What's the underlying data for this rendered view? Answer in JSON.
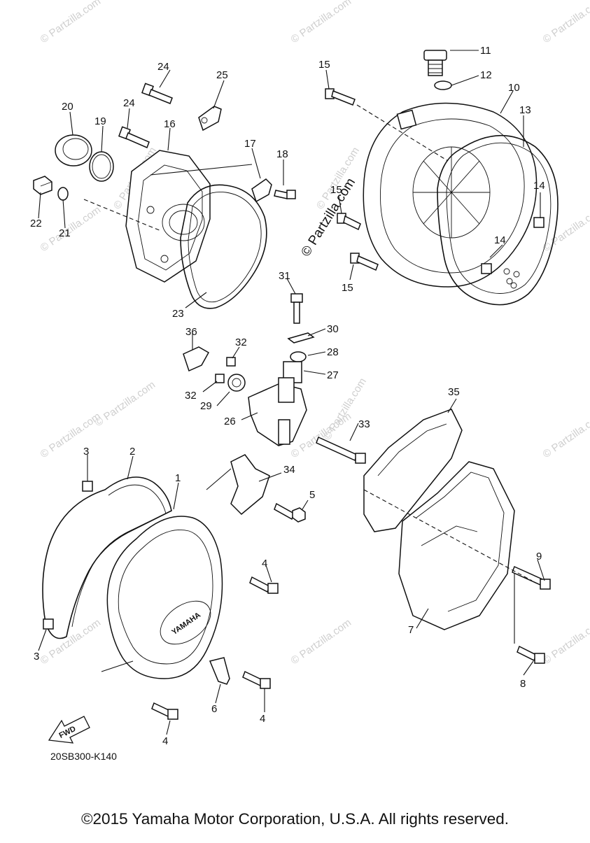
{
  "watermark": "© Partzilla.com",
  "brand_emblem": "YAMAHA",
  "fwd_label": "FWD",
  "diagram_code": "20SB300-K140",
  "copyright": "©2015 Yamaha Motor Corporation, U.S.A. All rights reserved.",
  "callouts": {
    "c1": "1",
    "c2": "2",
    "c3": "3",
    "c4": "4",
    "c5": "5",
    "c6": "6",
    "c7": "7",
    "c8": "8",
    "c9": "9",
    "c10": "10",
    "c11": "11",
    "c12": "12",
    "c13": "13",
    "c14": "14",
    "c15": "15",
    "c16": "16",
    "c17": "17",
    "c18": "18",
    "c19": "19",
    "c20": "20",
    "c21": "21",
    "c22": "22",
    "c23": "23",
    "c24": "24",
    "c25": "25",
    "c26": "26",
    "c27": "27",
    "c28": "28",
    "c29": "29",
    "c30": "30",
    "c31": "31",
    "c32": "32",
    "c33": "33",
    "c34": "34",
    "c35": "35",
    "c36": "36"
  }
}
